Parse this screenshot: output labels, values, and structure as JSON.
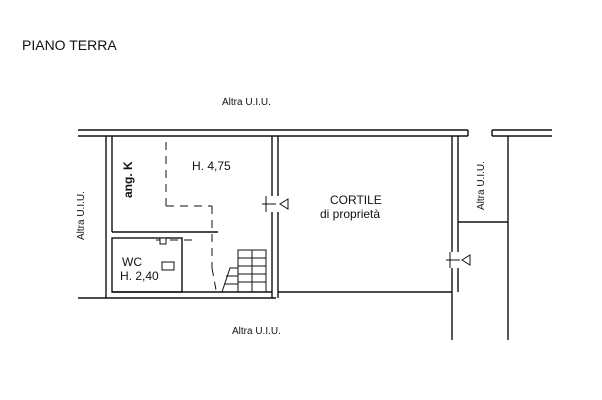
{
  "title": "PIANO TERRA",
  "neighbors": {
    "top": "Altra U.I.U.",
    "bottom": "Altra U.I.U.",
    "left": "Altra U.I.U.",
    "right": "Altra U.I.U."
  },
  "rooms": {
    "kitchen_label": "ang. K",
    "main_height": "H. 4,75",
    "wc_label": "WC",
    "wc_height": "H. 2,40",
    "courtyard_line1": "CORTILE",
    "courtyard_line2": "di proprietà"
  }
}
